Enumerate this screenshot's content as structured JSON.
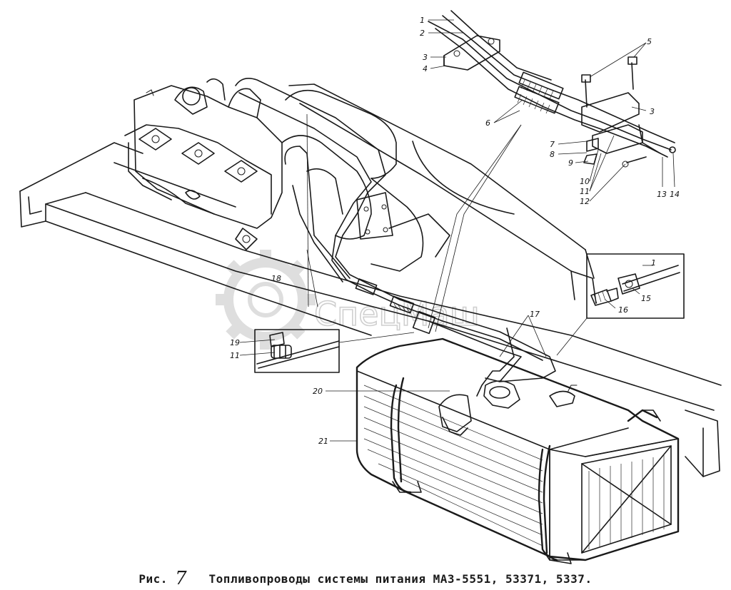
{
  "caption": {
    "prefix": "Рис.",
    "number": "7",
    "title": "Топливопроводы системы питания МАЗ-5551, 53371, 5337."
  },
  "watermark": {
    "text": "СпецМаш"
  },
  "callouts": {
    "c1": "1",
    "c2": "2",
    "c3": "3",
    "c4": "4",
    "c5": "5",
    "c3b": "3",
    "c6": "6",
    "c7": "7",
    "c8": "8",
    "c9": "9",
    "c10": "10",
    "c11": "11",
    "c12": "12",
    "c13": "13",
    "c14": "14",
    "c1b": "1",
    "c15": "15",
    "c16": "16",
    "c17": "17",
    "c18": "18",
    "c19": "19",
    "c11b": "11",
    "c20": "20",
    "c21": "21"
  }
}
